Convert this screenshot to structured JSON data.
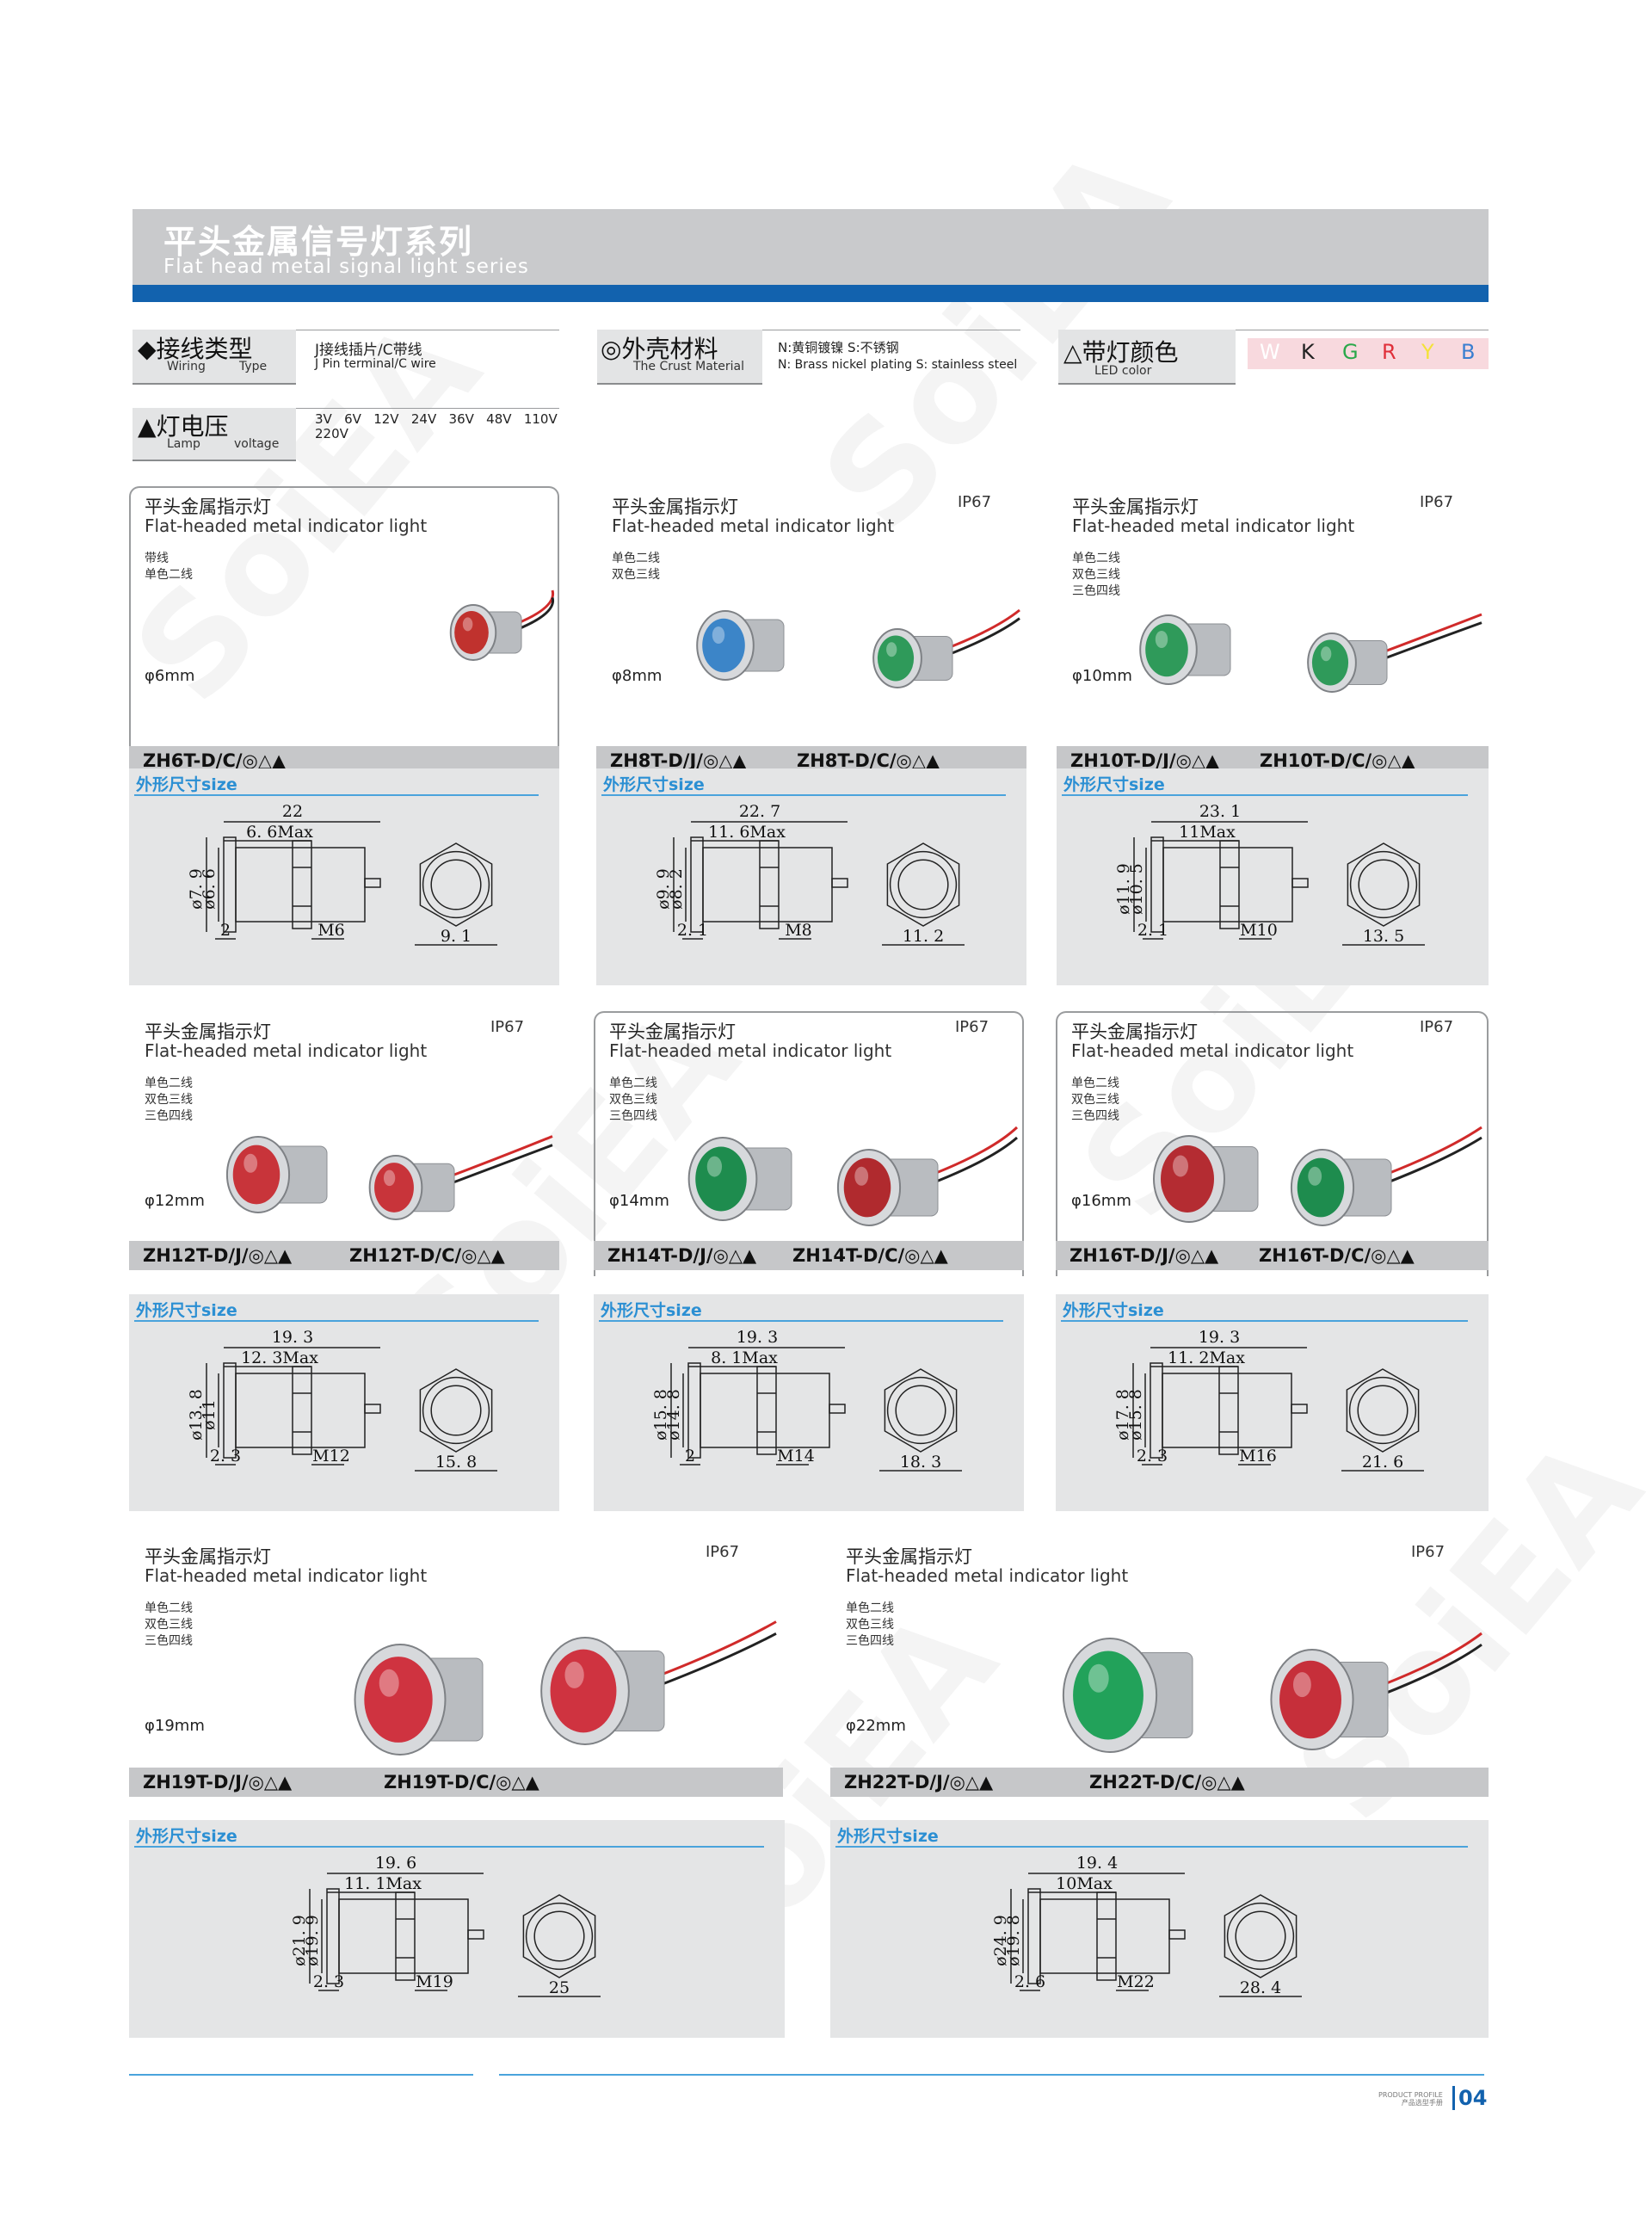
{
  "header": {
    "title_cn": "平头金属信号灯系列",
    "title_en": "Flat head metal signal light series"
  },
  "legend": {
    "wiring": {
      "cn": "接线类型",
      "en1": "Wiring",
      "en2": "Type",
      "desc_cn": "J接线插片/C带线",
      "desc_en": "J Pin terminal/C wire"
    },
    "material": {
      "cn": "外壳材料",
      "en": "The Crust Material",
      "desc_cn": "N:黄铜镀镍 S:不锈钢",
      "desc_en": "N: Brass nickel plating S: stainless steel"
    },
    "color": {
      "cn": "带灯颜色",
      "en": "LED color",
      "letters": [
        "W",
        "K",
        "G",
        "R",
        "Y",
        "B"
      ],
      "letter_colors": [
        "#ffffff",
        "#222222",
        "#2aa84a",
        "#e0303a",
        "#f4e23a",
        "#3a7fd0"
      ]
    },
    "voltage": {
      "cn": "灯电压",
      "en1": "Lamp",
      "en2": "voltage",
      "values_line1": "3V   6V   12V   24V   36V   48V   110V",
      "values_line2": "220V"
    }
  },
  "common": {
    "title_cn": "平头金属指示灯",
    "title_en": "Flat-headed metal indicator light",
    "ip": "IP67",
    "size_title": "外形尺寸size"
  },
  "products": [
    {
      "wires": [
        "带线",
        "单色二线"
      ],
      "diameter": "φ6mm",
      "models": [
        "ZH6T-D/C/◎△▲"
      ],
      "dims": {
        "l": "22",
        "max": "6. 6Max",
        "d1": "ø7. 9",
        "d2": "ø6. 6",
        "a": "2",
        "thread": "M6",
        "hex": "9. 1"
      }
    },
    {
      "wires": [
        "单色二线",
        "双色三线"
      ],
      "diameter": "φ8mm",
      "models": [
        "ZH8T-D/J/◎△▲",
        "ZH8T-D/C/◎△▲"
      ],
      "dims": {
        "l": "22. 7",
        "max": "11. 6Max",
        "d1": "ø9. 9",
        "d2": "ø8. 2",
        "a": "2. 1",
        "thread": "M8",
        "hex": "11. 2"
      }
    },
    {
      "wires": [
        "单色二线",
        "双色三线",
        "三色四线"
      ],
      "diameter": "φ10mm",
      "models": [
        "ZH10T-D/J/◎△▲",
        "ZH10T-D/C/◎△▲"
      ],
      "dims": {
        "l": "23. 1",
        "max": "11Max",
        "d1": "ø11. 9",
        "d2": "ø10. 5",
        "a": "2. 1",
        "thread": "M10",
        "hex": "13. 5"
      }
    },
    {
      "wires": [
        "单色二线",
        "双色三线",
        "三色四线"
      ],
      "diameter": "φ12mm",
      "models": [
        "ZH12T-D/J/◎△▲",
        "ZH12T-D/C/◎△▲"
      ],
      "dims": {
        "l": "19. 3",
        "max": "12. 3Max",
        "d1": "ø13. 8",
        "d2": "ø11",
        "a": "2. 3",
        "thread": "M12",
        "hex": "15. 8"
      }
    },
    {
      "wires": [
        "单色二线",
        "双色三线",
        "三色四线"
      ],
      "diameter": "φ14mm",
      "models": [
        "ZH14T-D/J/◎△▲",
        "ZH14T-D/C/◎△▲"
      ],
      "dims": {
        "l": "19. 3",
        "max": "8. 1Max",
        "d1": "ø15. 8",
        "d2": "ø14. 8",
        "a": "2",
        "thread": "M14",
        "hex": "18. 3"
      }
    },
    {
      "wires": [
        "单色二线",
        "双色三线",
        "三色四线"
      ],
      "diameter": "φ16mm",
      "models": [
        "ZH16T-D/J/◎△▲",
        "ZH16T-D/C/◎△▲"
      ],
      "dims": {
        "l": "19. 3",
        "max": "11. 2Max",
        "d1": "ø17. 8",
        "d2": "ø15. 8",
        "a": "2. 3",
        "thread": "M16",
        "hex": "21. 6"
      }
    },
    {
      "wires": [
        "单色二线",
        "双色三线",
        "三色四线"
      ],
      "diameter": "φ19mm",
      "models": [
        "ZH19T-D/J/◎△▲",
        "ZH19T-D/C/◎△▲"
      ],
      "dims": {
        "l": "19. 6",
        "max": "11. 1Max",
        "d1": "ø21. 9",
        "d2": "ø19. 9",
        "a": "2. 3",
        "thread": "M19",
        "hex": "25"
      }
    },
    {
      "wires": [
        "单色二线",
        "双色三线",
        "三色四线"
      ],
      "diameter": "φ22mm",
      "models": [
        "ZH22T-D/J/◎△▲",
        "ZH22T-D/C/◎△▲"
      ],
      "dims": {
        "l": "19. 4",
        "max": "10Max",
        "d1": "ø24. 9",
        "d2": "ø19. 8",
        "a": "2. 6",
        "thread": "M22",
        "hex": "28. 4"
      }
    }
  ],
  "footer": {
    "small1": "PRODUCT PROFILE",
    "small2": "产品选型手册",
    "page": "04"
  },
  "watermark": "SoiEA"
}
